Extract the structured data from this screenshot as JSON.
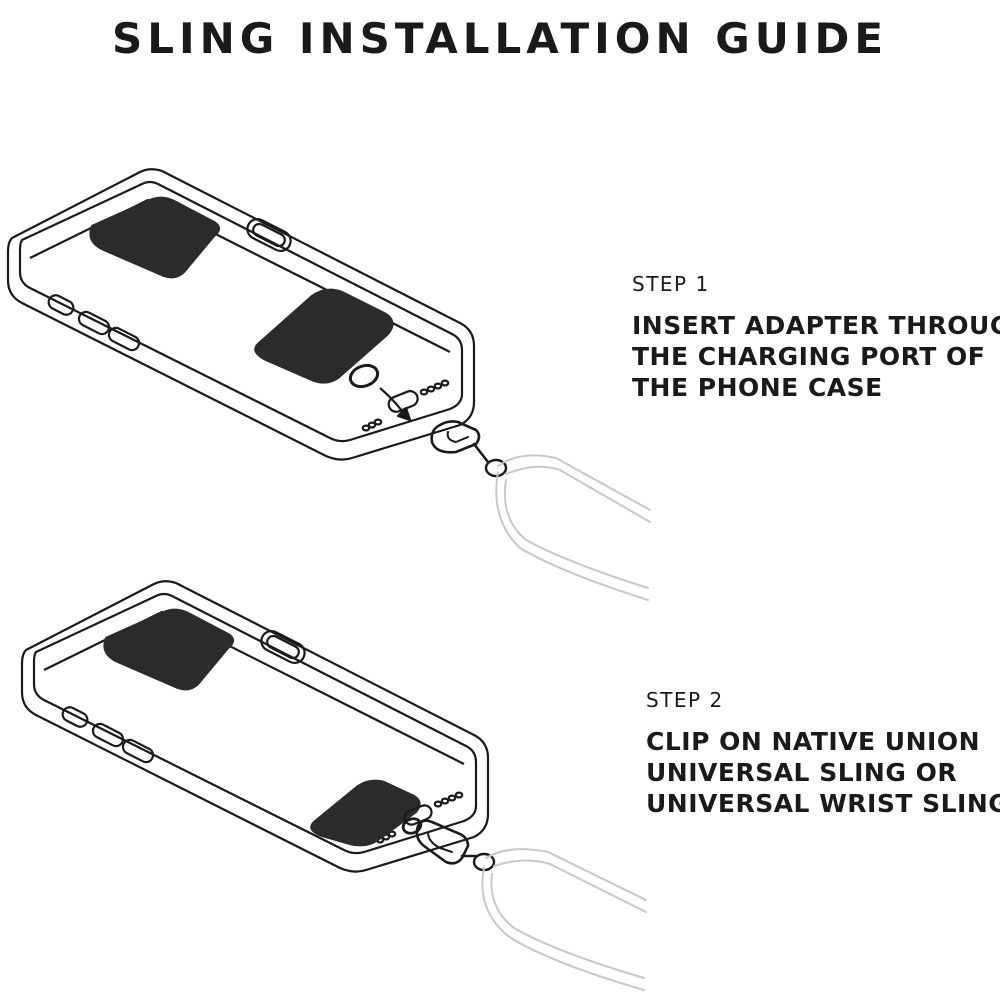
{
  "title": "SLING INSTALLATION GUIDE",
  "steps": [
    {
      "label": "STEP 1",
      "lines": [
        "INSERT ADAPTER THROUGH",
        "THE CHARGING PORT OF",
        "THE PHONE CASE"
      ]
    },
    {
      "label": "STEP 2",
      "lines": [
        "CLIP ON NATIVE UNION",
        "UNIVERSAL SLING OR",
        "UNIVERSAL WRIST SLING"
      ]
    }
  ],
  "colors": {
    "ink": "#1a1a1a",
    "adapter_fill": "#2b2b2b",
    "sling_outline": "#c8c8c8"
  }
}
